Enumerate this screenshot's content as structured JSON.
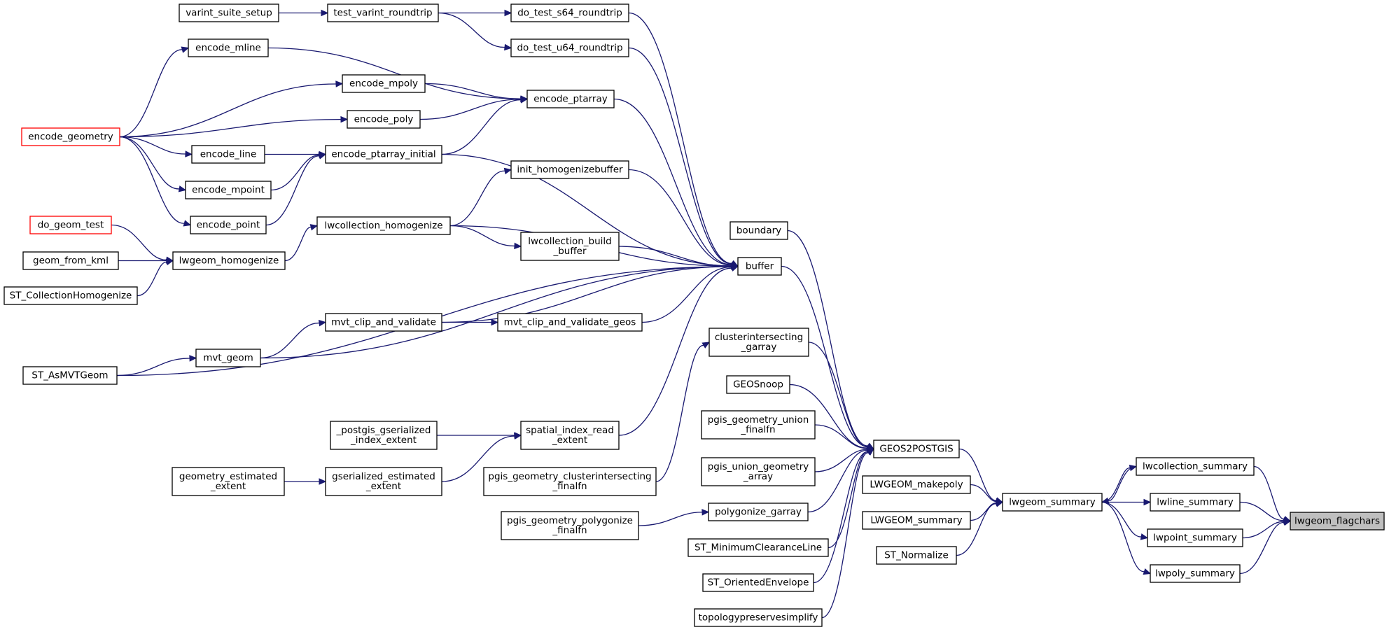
{
  "diagram": {
    "colors": {
      "edge": "#191970",
      "node_border": "#000000",
      "truncated_border": "#ff0000",
      "root_fill": "#bfbfbf",
      "background": "#ffffff"
    },
    "nodes": [
      {
        "id": "varint_suite_setup",
        "label": [
          "varint_suite_setup"
        ]
      },
      {
        "id": "test_varint_roundtrip",
        "label": [
          "test_varint_roundtrip"
        ]
      },
      {
        "id": "do_test_s64_roundtrip",
        "label": [
          "do_test_s64_roundtrip"
        ]
      },
      {
        "id": "do_test_u64_roundtrip",
        "label": [
          "do_test_u64_roundtrip"
        ]
      },
      {
        "id": "encode_mline",
        "label": [
          "encode_mline"
        ]
      },
      {
        "id": "encode_mpoly",
        "label": [
          "encode_mpoly"
        ]
      },
      {
        "id": "encode_ptarray",
        "label": [
          "encode_ptarray"
        ]
      },
      {
        "id": "encode_poly",
        "label": [
          "encode_poly"
        ]
      },
      {
        "id": "encode_geometry",
        "label": [
          "encode_geometry"
        ],
        "truncated": true
      },
      {
        "id": "encode_line",
        "label": [
          "encode_line"
        ]
      },
      {
        "id": "encode_ptarray_initial",
        "label": [
          "encode_ptarray_initial"
        ]
      },
      {
        "id": "encode_mpoint",
        "label": [
          "encode_mpoint"
        ]
      },
      {
        "id": "encode_point",
        "label": [
          "encode_point"
        ]
      },
      {
        "id": "init_homogenizebuffer",
        "label": [
          "init_homogenizebuffer"
        ]
      },
      {
        "id": "do_geom_test",
        "label": [
          "do_geom_test"
        ],
        "truncated": true
      },
      {
        "id": "lwcollection_homogenize",
        "label": [
          "lwcollection_homogenize"
        ]
      },
      {
        "id": "lwcollection_build_buffer",
        "label": [
          "lwcollection_build",
          "_buffer"
        ]
      },
      {
        "id": "geom_from_kml",
        "label": [
          "geom_from_kml"
        ]
      },
      {
        "id": "lwgeom_homogenize",
        "label": [
          "lwgeom_homogenize"
        ]
      },
      {
        "id": "ST_CollectionHomogenize",
        "label": [
          "ST_CollectionHomogenize"
        ]
      },
      {
        "id": "boundary",
        "label": [
          "boundary"
        ]
      },
      {
        "id": "buffer",
        "label": [
          "buffer"
        ]
      },
      {
        "id": "mvt_clip_and_validate",
        "label": [
          "mvt_clip_and_validate"
        ]
      },
      {
        "id": "mvt_clip_and_validate_geos",
        "label": [
          "mvt_clip_and_validate_geos"
        ]
      },
      {
        "id": "clusterintersecting_garray",
        "label": [
          "clusterintersecting",
          "_garray"
        ]
      },
      {
        "id": "mvt_geom",
        "label": [
          "mvt_geom"
        ]
      },
      {
        "id": "ST_AsMVTGeom",
        "label": [
          "ST_AsMVTGeom"
        ]
      },
      {
        "id": "GEOSnoop",
        "label": [
          "GEOSnoop"
        ]
      },
      {
        "id": "pgis_geometry_union_finalfn",
        "label": [
          "pgis_geometry_union",
          "_finalfn"
        ]
      },
      {
        "id": "_postgis_gserialized_index_extent",
        "label": [
          "_postgis_gserialized",
          "_index_extent"
        ]
      },
      {
        "id": "spatial_index_read_extent",
        "label": [
          "spatial_index_read",
          "_extent"
        ]
      },
      {
        "id": "GEOS2POSTGIS",
        "label": [
          "GEOS2POSTGIS"
        ]
      },
      {
        "id": "pgis_union_geometry_array",
        "label": [
          "pgis_union_geometry",
          "_array"
        ]
      },
      {
        "id": "lwcollection_summary",
        "label": [
          "lwcollection_summary"
        ]
      },
      {
        "id": "geometry_estimated_extent",
        "label": [
          "geometry_estimated",
          "_extent"
        ]
      },
      {
        "id": "gserialized_estimated_extent",
        "label": [
          "gserialized_estimated",
          "_extent"
        ]
      },
      {
        "id": "pgis_geometry_clusterintersecting_finalfn",
        "label": [
          "pgis_geometry_clusterintersecting",
          "_finalfn"
        ]
      },
      {
        "id": "LWGEOM_makepoly",
        "label": [
          "LWGEOM_makepoly"
        ]
      },
      {
        "id": "lwgeom_summary",
        "label": [
          "lwgeom_summary"
        ]
      },
      {
        "id": "lwline_summary",
        "label": [
          "lwline_summary"
        ]
      },
      {
        "id": "polygonize_garray",
        "label": [
          "polygonize_garray"
        ]
      },
      {
        "id": "lwgeom_flagchars",
        "label": [
          "lwgeom_flagchars"
        ],
        "root": true
      },
      {
        "id": "pgis_geometry_polygonize_finalfn",
        "label": [
          "pgis_geometry_polygonize",
          "_finalfn"
        ]
      },
      {
        "id": "LWGEOM_summary",
        "label": [
          "LWGEOM_summary"
        ]
      },
      {
        "id": "lwpoint_summary",
        "label": [
          "lwpoint_summary"
        ]
      },
      {
        "id": "ST_MinimumClearanceLine",
        "label": [
          "ST_MinimumClearanceLine"
        ]
      },
      {
        "id": "ST_Normalize",
        "label": [
          "ST_Normalize"
        ]
      },
      {
        "id": "lwpoly_summary",
        "label": [
          "lwpoly_summary"
        ]
      },
      {
        "id": "ST_OrientedEnvelope",
        "label": [
          "ST_OrientedEnvelope"
        ]
      },
      {
        "id": "topologypreservesimplify",
        "label": [
          "topologypreservesimplify"
        ]
      }
    ],
    "edges": [
      {
        "from": "varint_suite_setup",
        "to": "test_varint_roundtrip"
      },
      {
        "from": "test_varint_roundtrip",
        "to": "do_test_s64_roundtrip"
      },
      {
        "from": "test_varint_roundtrip",
        "to": "do_test_u64_roundtrip"
      },
      {
        "from": "do_test_s64_roundtrip",
        "to": "buffer"
      },
      {
        "from": "do_test_u64_roundtrip",
        "to": "buffer"
      },
      {
        "from": "encode_geometry",
        "to": "encode_mline"
      },
      {
        "from": "encode_geometry",
        "to": "encode_mpoly"
      },
      {
        "from": "encode_geometry",
        "to": "encode_poly"
      },
      {
        "from": "encode_geometry",
        "to": "encode_line"
      },
      {
        "from": "encode_geometry",
        "to": "encode_mpoint"
      },
      {
        "from": "encode_geometry",
        "to": "encode_point"
      },
      {
        "from": "encode_mline",
        "to": "encode_ptarray"
      },
      {
        "from": "encode_mpoly",
        "to": "encode_ptarray"
      },
      {
        "from": "encode_poly",
        "to": "encode_ptarray"
      },
      {
        "from": "encode_ptarray_initial",
        "to": "encode_ptarray"
      },
      {
        "from": "encode_line",
        "to": "encode_ptarray_initial"
      },
      {
        "from": "encode_mpoint",
        "to": "encode_ptarray_initial"
      },
      {
        "from": "encode_point",
        "to": "encode_ptarray_initial"
      },
      {
        "from": "encode_ptarray",
        "to": "buffer"
      },
      {
        "from": "encode_ptarray_initial",
        "to": "buffer"
      },
      {
        "from": "do_geom_test",
        "to": "lwgeom_homogenize"
      },
      {
        "from": "geom_from_kml",
        "to": "lwgeom_homogenize"
      },
      {
        "from": "ST_CollectionHomogenize",
        "to": "lwgeom_homogenize"
      },
      {
        "from": "lwgeom_homogenize",
        "to": "lwcollection_homogenize"
      },
      {
        "from": "lwcollection_homogenize",
        "to": "init_homogenizebuffer"
      },
      {
        "from": "lwcollection_homogenize",
        "to": "lwcollection_build_buffer"
      },
      {
        "from": "lwcollection_homogenize",
        "to": "buffer"
      },
      {
        "from": "init_homogenizebuffer",
        "to": "buffer"
      },
      {
        "from": "lwcollection_build_buffer",
        "to": "buffer"
      },
      {
        "from": "mvt_geom",
        "to": "mvt_clip_and_validate"
      },
      {
        "from": "ST_AsMVTGeom",
        "to": "mvt_geom"
      },
      {
        "from": "mvt_clip_and_validate",
        "to": "mvt_clip_and_validate_geos"
      },
      {
        "from": "mvt_clip_and_validate",
        "to": "buffer"
      },
      {
        "from": "mvt_clip_and_validate_geos",
        "to": "buffer"
      },
      {
        "from": "mvt_geom",
        "to": "buffer"
      },
      {
        "from": "ST_AsMVTGeom",
        "to": "buffer"
      },
      {
        "from": "_postgis_gserialized_index_extent",
        "to": "spatial_index_read_extent"
      },
      {
        "from": "gserialized_estimated_extent",
        "to": "spatial_index_read_extent"
      },
      {
        "from": "geometry_estimated_extent",
        "to": "gserialized_estimated_extent"
      },
      {
        "from": "spatial_index_read_extent",
        "to": "buffer"
      },
      {
        "from": "pgis_geometry_clusterintersecting_finalfn",
        "to": "clusterintersecting_garray"
      },
      {
        "from": "pgis_geometry_polygonize_finalfn",
        "to": "polygonize_garray"
      },
      {
        "from": "boundary",
        "to": "GEOS2POSTGIS"
      },
      {
        "from": "buffer",
        "to": "GEOS2POSTGIS"
      },
      {
        "from": "clusterintersecting_garray",
        "to": "GEOS2POSTGIS"
      },
      {
        "from": "GEOSnoop",
        "to": "GEOS2POSTGIS"
      },
      {
        "from": "pgis_geometry_union_finalfn",
        "to": "GEOS2POSTGIS"
      },
      {
        "from": "pgis_union_geometry_array",
        "to": "GEOS2POSTGIS"
      },
      {
        "from": "polygonize_garray",
        "to": "GEOS2POSTGIS"
      },
      {
        "from": "ST_MinimumClearanceLine",
        "to": "GEOS2POSTGIS"
      },
      {
        "from": "ST_OrientedEnvelope",
        "to": "GEOS2POSTGIS"
      },
      {
        "from": "topologypreservesimplify",
        "to": "GEOS2POSTGIS"
      },
      {
        "from": "GEOS2POSTGIS",
        "to": "lwgeom_summary"
      },
      {
        "from": "LWGEOM_makepoly",
        "to": "lwgeom_summary"
      },
      {
        "from": "LWGEOM_summary",
        "to": "lwgeom_summary"
      },
      {
        "from": "ST_Normalize",
        "to": "lwgeom_summary"
      },
      {
        "from": "lwcollection_summary",
        "to": "lwgeom_summary"
      },
      {
        "from": "lwgeom_summary",
        "to": "lwcollection_summary"
      },
      {
        "from": "lwgeom_summary",
        "to": "lwline_summary"
      },
      {
        "from": "lwgeom_summary",
        "to": "lwpoint_summary"
      },
      {
        "from": "lwgeom_summary",
        "to": "lwpoly_summary"
      },
      {
        "from": "lwcollection_summary",
        "to": "lwgeom_flagchars"
      },
      {
        "from": "lwline_summary",
        "to": "lwgeom_flagchars"
      },
      {
        "from": "lwpoint_summary",
        "to": "lwgeom_flagchars"
      },
      {
        "from": "lwpoly_summary",
        "to": "lwgeom_flagchars"
      }
    ]
  }
}
